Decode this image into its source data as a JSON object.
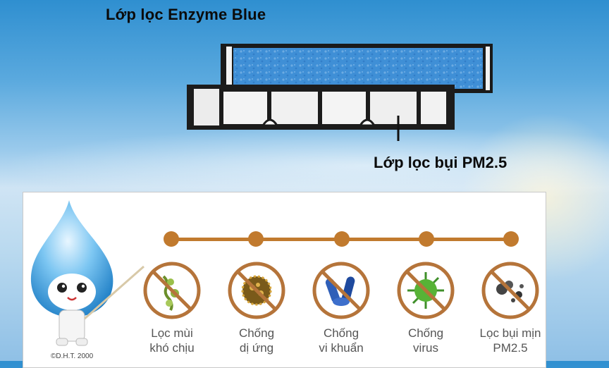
{
  "labels": {
    "top": "Lớp lọc Enzyme Blue",
    "bottom": "Lớp lọc bụi PM2.5"
  },
  "features": [
    {
      "line1": "Lọc mùi",
      "line2": "khó chịu",
      "icon": "leaf-odor-prohibited-icon"
    },
    {
      "line1": "Chống",
      "line2": "dị ứng",
      "icon": "pollen-prohibited-icon"
    },
    {
      "line1": "Chống",
      "line2": "vi khuẩn",
      "icon": "bacteria-prohibited-icon"
    },
    {
      "line1": "Chống",
      "line2": "virus",
      "icon": "virus-prohibited-icon"
    },
    {
      "line1": "Lọc bụi mịn",
      "line2": "PM2.5",
      "icon": "dust-prohibited-icon"
    }
  ],
  "copyright": "©D.H.T. 2000",
  "colors": {
    "accent": "#c17a2e",
    "filter_blue": "#3f8fd6",
    "text_gray": "#555555"
  }
}
